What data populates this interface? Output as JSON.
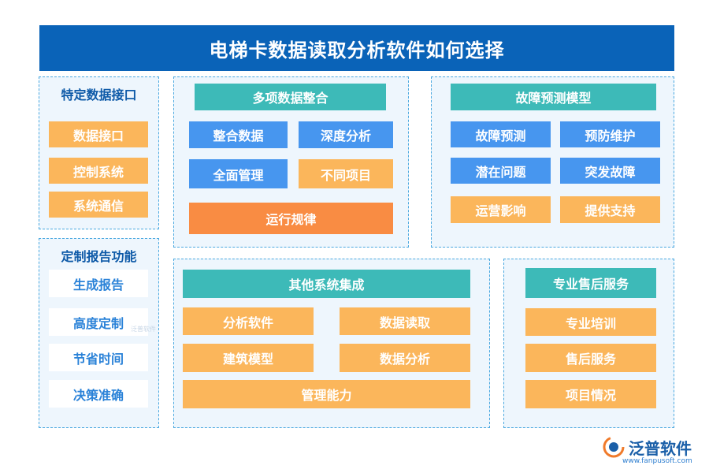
{
  "title": "电梯卡数据读取分析软件如何选择",
  "panel_interface": {
    "heading": "特定数据接口",
    "items": [
      "数据接口",
      "控制系统",
      "系统通信"
    ]
  },
  "panel_report": {
    "heading": "定制报告功能",
    "items": [
      "生成报告",
      "高度定制",
      "节省时间",
      "决策准确"
    ]
  },
  "panel_integration": {
    "heading": "多项数据整合",
    "items": [
      "整合数据",
      "深度分析",
      "全面管理",
      "不同项目",
      "运行规律"
    ]
  },
  "panel_fault": {
    "heading": "故障预测模型",
    "items": [
      "故障预测",
      "预防维护",
      "潜在问题",
      "突发故障",
      "运营影响",
      "提供支持"
    ]
  },
  "panel_other": {
    "heading": "其他系统集成",
    "items": [
      "分析软件",
      "数据读取",
      "建筑模型",
      "数据分析",
      "管理能力"
    ]
  },
  "panel_service": {
    "heading": "专业售后服务",
    "items": [
      "专业培训",
      "售后服务",
      "项目情况"
    ]
  },
  "watermark": "泛普软件",
  "logo": {
    "name": "泛普软件",
    "url": "www.fanpusoft.com"
  },
  "colors": {
    "title_bg": "#0a63b8",
    "panel_border": "#4aa8e0",
    "panel_bg": "#eef6fd",
    "teal": "#3dbab8",
    "blue": "#4796ef",
    "yellow": "#fbb65b",
    "orange": "#f98c43",
    "heading_text": "#0e5aa8"
  }
}
